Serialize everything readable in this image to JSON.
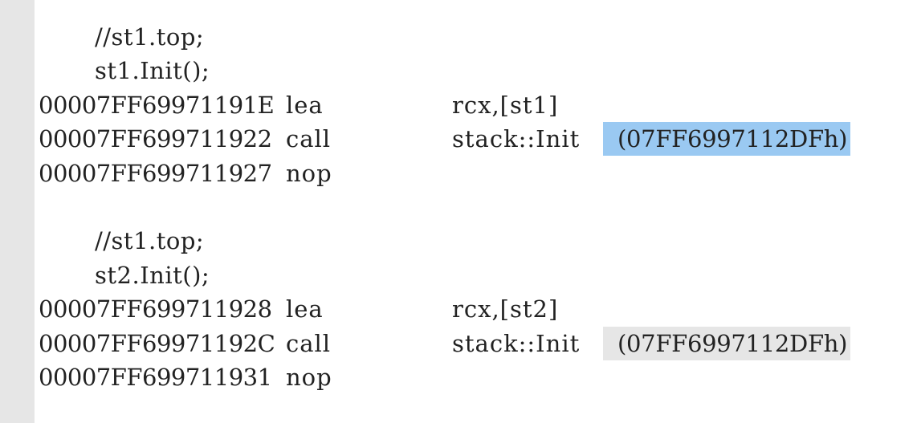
{
  "code_lines": [
    {
      "type": "source",
      "text": "//st1.top;"
    },
    {
      "type": "source",
      "text": "st1.Init();"
    },
    {
      "type": "asm",
      "address": "00007FF69971191E",
      "mnemonic": "lea",
      "operands": "rcx,[st1]",
      "target": ""
    },
    {
      "type": "asm",
      "address": "00007FF699711922",
      "mnemonic": "call",
      "operands": "stack::Init",
      "target": "(07FF6997112DFh)",
      "target_state": "selected"
    },
    {
      "type": "asm",
      "address": "00007FF699711927",
      "mnemonic": "nop",
      "operands": "",
      "target": ""
    },
    {
      "type": "blank"
    },
    {
      "type": "source",
      "text": "//st1.top;"
    },
    {
      "type": "source",
      "text": "st2.Init();"
    },
    {
      "type": "asm",
      "address": "00007FF699711928",
      "mnemonic": "lea",
      "operands": "rcx,[st2]",
      "target": ""
    },
    {
      "type": "asm",
      "address": "00007FF69971192C",
      "mnemonic": "call",
      "operands": "stack::Init",
      "target": "(07FF6997112DFh)",
      "target_state": "hover"
    },
    {
      "type": "asm",
      "address": "00007FF699711931",
      "mnemonic": "nop",
      "operands": "",
      "target": ""
    }
  ],
  "colors": {
    "gutter": "#e6e6e6",
    "selection": "#9ac9f2",
    "hover_highlight": "#e6e6e6",
    "text": "#222222"
  }
}
